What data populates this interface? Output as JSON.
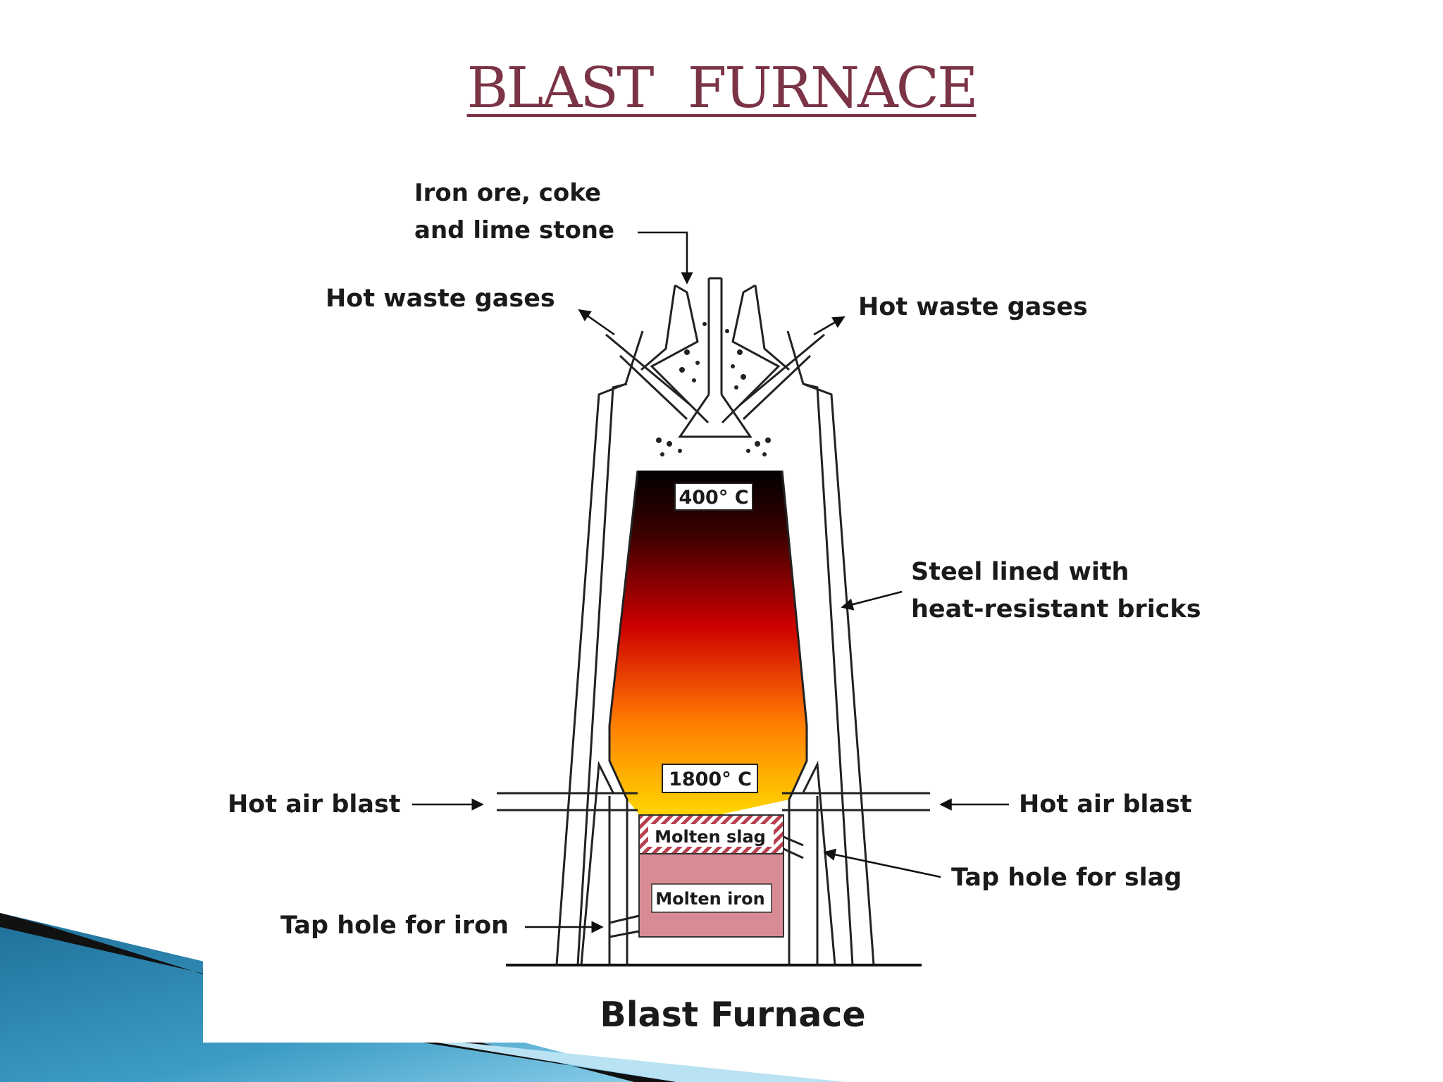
{
  "slide": {
    "title": "BLAST   FURNACE"
  },
  "diagram": {
    "caption": "Blast Furnace",
    "labels": {
      "charge_line1": "Iron ore, coke",
      "charge_line2": "and lime stone",
      "waste_gas_left": "Hot waste gases",
      "waste_gas_right": "Hot waste gases",
      "lining_line1": "Steel lined with",
      "lining_line2": "heat-resistant bricks",
      "air_blast_left": "Hot air blast",
      "air_blast_right": "Hot air blast",
      "tap_slag": "Tap hole for slag",
      "tap_iron": "Tap hole for iron",
      "temp_top": "400° C",
      "temp_bottom": "1800° C",
      "molten_slag": "Molten slag",
      "molten_iron": "Molten iron"
    },
    "colors": {
      "title": "#7b3346",
      "gradient": [
        "#000000",
        "#cc0000",
        "#ff8a00",
        "#ffd400"
      ],
      "slag": "#c75a6a",
      "iron": "#d88a94",
      "decor_blue": "#2a7ea8"
    }
  }
}
